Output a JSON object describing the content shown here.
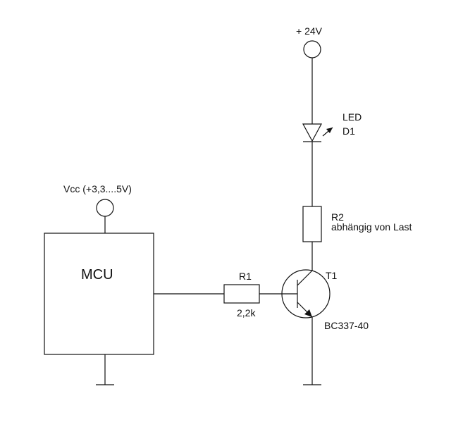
{
  "labels": {
    "supply_24v": "+ 24V",
    "vcc": "Vcc (+3,3....5V)",
    "mcu": "MCU",
    "led": "LED",
    "d1": "D1",
    "r2": "R2",
    "r2_note": "abhängig von Last",
    "r1": "R1",
    "r1_value": "2,2k",
    "t1": "T1",
    "transistor_type": "BC337-40"
  },
  "colors": {
    "ink": "#111111",
    "background": "#ffffff"
  }
}
